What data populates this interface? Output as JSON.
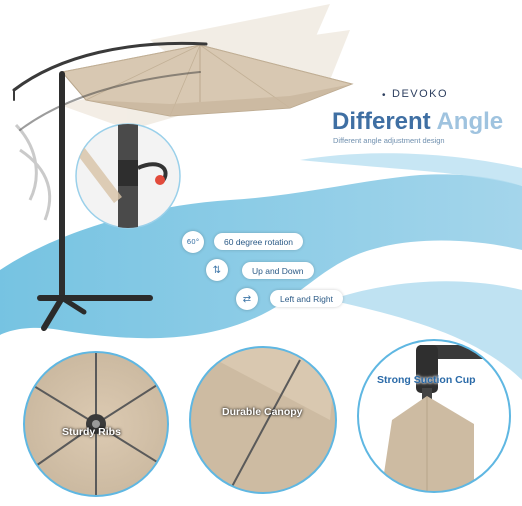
{
  "brand": "DEVOKO",
  "headline": {
    "word1": "Different",
    "word2": "Angle"
  },
  "subtitle": "Different angle adjustment design",
  "features": [
    {
      "icon": "60°",
      "label": "60 degree rotation"
    },
    {
      "icon": "⇅",
      "label": "Up and Down"
    },
    {
      "icon": "⇄",
      "label": "Left and Right"
    }
  ],
  "circles": {
    "ribs": "Sturdy Ribs",
    "canopy": "Durable Canopy",
    "cup": "Strong Suction Cup"
  },
  "colors": {
    "canopy": "#d6c6b0",
    "frame": "#3a3a3a",
    "accent_blue": "#3f6fa3",
    "light_blue": "#8fc8e6",
    "brand_text": "#2d3f5f"
  }
}
